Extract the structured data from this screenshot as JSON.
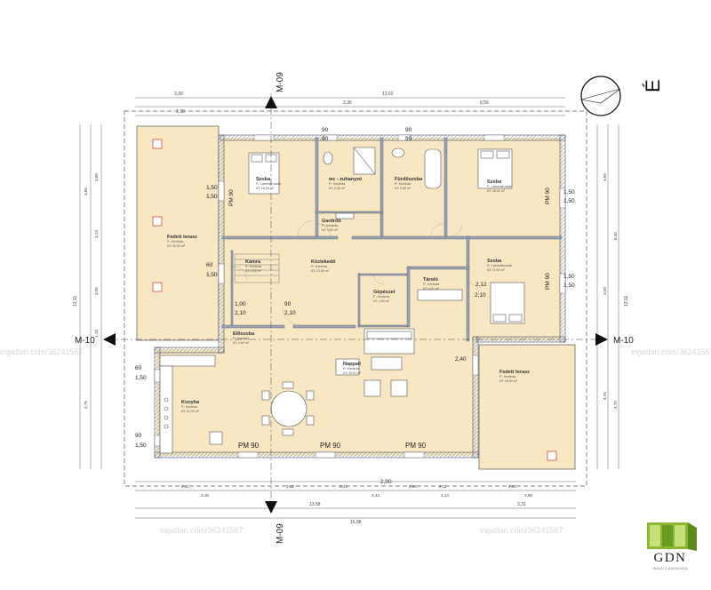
{
  "watermark": "ingatlan.com/36241567",
  "compass": {
    "letter": "É"
  },
  "section_markers": {
    "vertical": "M-09",
    "horizontal": "M-10"
  },
  "rooms": {
    "haloszoba1": {
      "name": "Szoba",
      "floor": "P.: Laminált padló",
      "area": "AT: 16,84 m²"
    },
    "wc": {
      "name": "wc - zuhanyzó",
      "floor": "P.: Kerámia",
      "area": "AT: 4,35 m²"
    },
    "furdo": {
      "name": "Fürdőszoba",
      "floor": "P.: Kerámia",
      "area": "AT: 9,05 m²"
    },
    "haloszoba2": {
      "name": "Szoba",
      "floor": "P.: Laminált padló",
      "area": "AT: 16,52 m²"
    },
    "gardrob": {
      "name": "Gardrób",
      "floor": "P.: Kerámia",
      "area": "AT: 3,50 m²"
    },
    "fedett1": {
      "name": "Fedett terasz",
      "floor": "P.: Kerámia",
      "area": "AT: 35,00 m²"
    },
    "kozlekedo": {
      "name": "Közlekedő",
      "floor": "P.: Kerámia",
      "area": "AT: 13,50 m²"
    },
    "kamra": {
      "name": "Kamra",
      "floor": "P.: Kerámia",
      "area": "AT: 3,50 m²"
    },
    "gepeszet": {
      "name": "Gépészet",
      "floor": "P.: Kerámia",
      "area": "AT: 4,50 m²"
    },
    "tarolo": {
      "name": "Tároló",
      "floor": "P.: Kerámia",
      "area": "AT: 4,51 m²"
    },
    "haloszoba3": {
      "name": "Szoba",
      "floor": "P.: Laminált padló",
      "area": "AT: 11,50 m²"
    },
    "eloszoba": {
      "name": "Előszoba",
      "floor": "P.: Kerámia",
      "area": "AT: 4,50 m²"
    },
    "nappali": {
      "name": "Nappali",
      "floor": "P.: Kerámia",
      "area": "AT: 43,00 m²"
    },
    "konyha": {
      "name": "Konyha",
      "floor": "P.: Kerámia",
      "area": "AT: 11,00 m²"
    },
    "fedett2": {
      "name": "Fedett terasz",
      "floor": "P.: Kerámia",
      "area": "AT: 16,00 m²"
    }
  },
  "window_tags": {
    "pm90": "PM 90",
    "pm90_vertical": "PM 90",
    "w150": "1,50",
    "w90": "90",
    "w60": "60",
    "w210": "2,10",
    "w240": "2,40",
    "w100": "1,00",
    "w212": "2,12",
    "w200": "2,00"
  },
  "dimensions": {
    "top_row1": [
      "3,30",
      "13,62"
    ],
    "top_row2": [
      "3,36",
      "6,56"
    ],
    "top_row3": [
      "1,30"
    ],
    "bottom_row1": [
      "2,41",
      "3,12",
      "3,41",
      "2,00",
      "2,11",
      "2,65"
    ],
    "bottom_row2": [
      "3,16",
      "3,42",
      "2,13",
      "3,80"
    ],
    "bottom_row3": [
      "13,58",
      "3,31"
    ],
    "bottom_row4": [
      "16,88"
    ],
    "left": [
      "3,65",
      "3,14",
      "3,05",
      "1,13",
      "3,65",
      "4,75",
      "13,11"
    ],
    "right": [
      "3,65",
      "6,40",
      "3,00",
      "4,25",
      "4,70",
      "13,11"
    ]
  },
  "logo": {
    "text": "GDN",
    "sub": "INGATLANIRODA"
  }
}
